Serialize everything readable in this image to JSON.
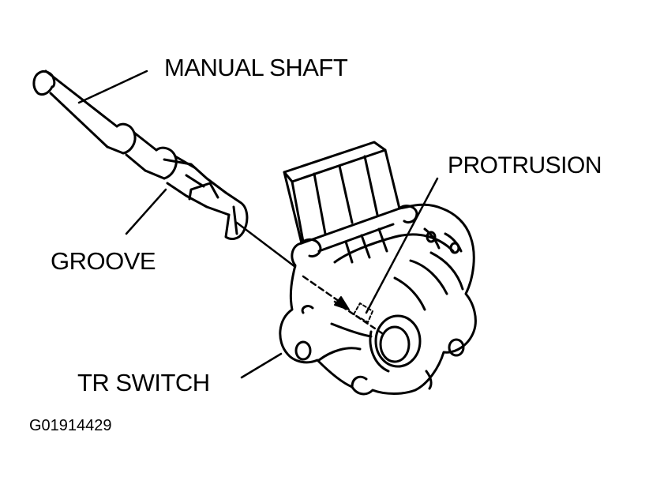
{
  "diagram": {
    "labels": {
      "manual_shaft": "MANUAL SHAFT",
      "protrusion": "PROTRUSION",
      "groove": "GROOVE",
      "tr_switch": "TR SWITCH"
    },
    "figure_id": "G01914429"
  },
  "colors": {
    "ink": "#000000",
    "background": "#ffffff"
  }
}
